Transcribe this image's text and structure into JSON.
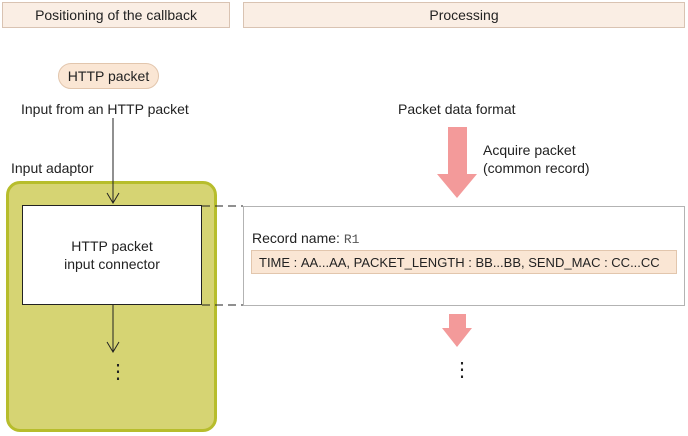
{
  "headers": {
    "left": "Positioning of the callback",
    "right": "Processing"
  },
  "left_column": {
    "http_packet_label": "HTTP packet",
    "input_text": "Input from an HTTP packet",
    "adaptor_label": "Input adaptor",
    "connector_line1": "HTTP packet",
    "connector_line2": "input connector",
    "dots": "⋮"
  },
  "right_column": {
    "format_label": "Packet data format",
    "acquire_line1": "Acquire packet",
    "acquire_line2": "(common record)",
    "record_name_label": "Record name:",
    "record_name_value": "R1",
    "fields_text": "TIME : AA...AA, PACKET_LENGTH : BB...BB, SEND_MAC : CC...CC",
    "dots": "⋮"
  },
  "colors": {
    "adaptor_fill": "#d6d473",
    "adaptor_border": "#b7bd2c",
    "arrow_pink": "#f39a9a",
    "header_fill": "#faeee4",
    "record_fill": "#fae6d4"
  }
}
